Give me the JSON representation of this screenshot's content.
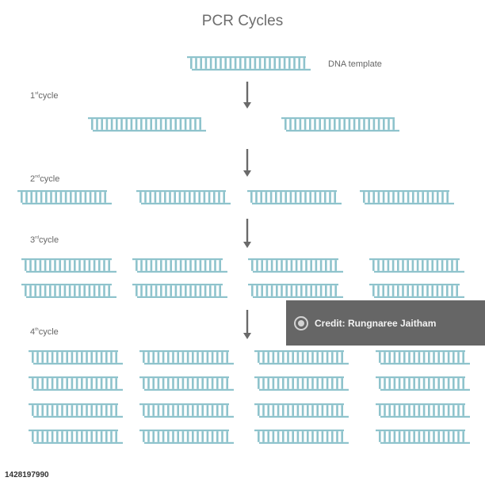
{
  "title": "PCR Cycles",
  "template_label": "DNA template",
  "cycles": [
    {
      "num": "1",
      "sup": "st",
      "word": "cycle",
      "rows": 1,
      "cols": 2
    },
    {
      "num": "2",
      "sup": "nd",
      "word": "cycle",
      "rows": 1,
      "cols": 4
    },
    {
      "num": "3",
      "sup": "rd",
      "word": "cycle",
      "rows": 2,
      "cols": 4
    },
    {
      "num": "4",
      "sup": "th",
      "word": "cycle",
      "rows": 4,
      "cols": 4
    }
  ],
  "watermark": "Credit: Rungnaree Jaitham",
  "stock_id": "1428197990",
  "colors": {
    "strand": "#8ec3cc",
    "arrow": "#6a6a6a",
    "text": "#666666"
  }
}
